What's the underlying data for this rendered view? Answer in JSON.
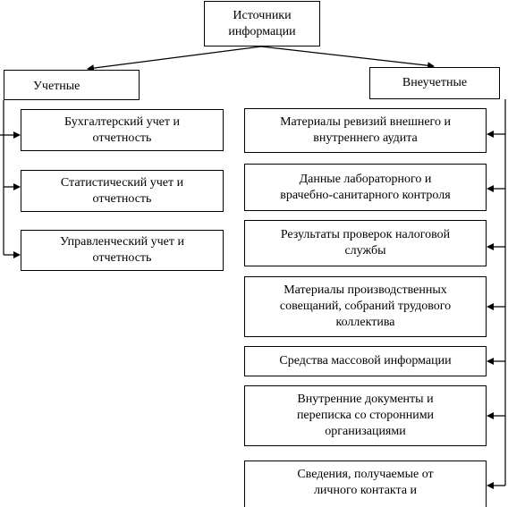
{
  "diagram": {
    "root": {
      "label": "Источники\nинформации"
    },
    "groups": {
      "accounting": {
        "label": "Учетные",
        "items": [
          {
            "label": "Бухгалтерский учет и\nотчетность"
          },
          {
            "label": "Статистический учет и\nотчетность"
          },
          {
            "label": "Управленческий учет и\nотчетность"
          }
        ]
      },
      "non_accounting": {
        "label": "Внеучетные",
        "items": [
          {
            "label": "Материалы ревизий внешнего и\nвнутреннего аудита"
          },
          {
            "label": "Данные лабораторного и\nврачебно-санитарного контроля"
          },
          {
            "label": "Результаты проверок налоговой\nслужбы"
          },
          {
            "label": "Материалы производственных\nсовещаний, собраний трудового\nколлектива"
          },
          {
            "label": "Средства массовой информации"
          },
          {
            "label": "Внутренние документы и\nпереписка со сторонними\nорганизациями"
          },
          {
            "label": "Сведения, получаемые от\nличного контакта и"
          }
        ]
      }
    }
  }
}
